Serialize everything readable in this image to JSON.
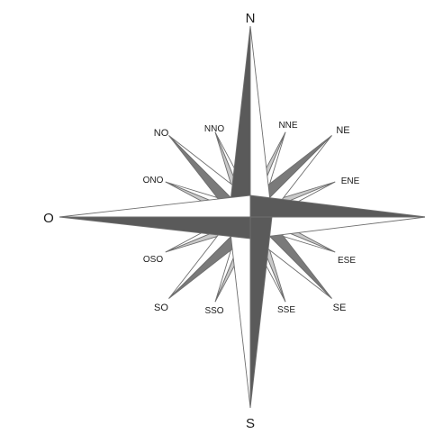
{
  "compass_rose": {
    "cardinal": {
      "north": "N",
      "south": "S",
      "east_west": "O"
    },
    "intercardinal": {
      "northeast": "NE",
      "northwest": "NO",
      "southeast": "SE",
      "southwest": "SO"
    },
    "secondary": {
      "north_northeast": "NNE",
      "north_northwest": "NNO",
      "east_northeast": "ENE",
      "east_southeast": "ESE",
      "south_southeast": "SSE",
      "south_southwest": "SSO",
      "west_northwest": "ONO",
      "west_southwest": "OSO"
    },
    "colors": {
      "dark_face": "#5a5a5a",
      "medium_face": "#7a7a7a",
      "light_face": "#c9c9c9",
      "white_face": "#ffffff",
      "outline": "#6e6e6e",
      "label": "#1a1a1a"
    }
  }
}
